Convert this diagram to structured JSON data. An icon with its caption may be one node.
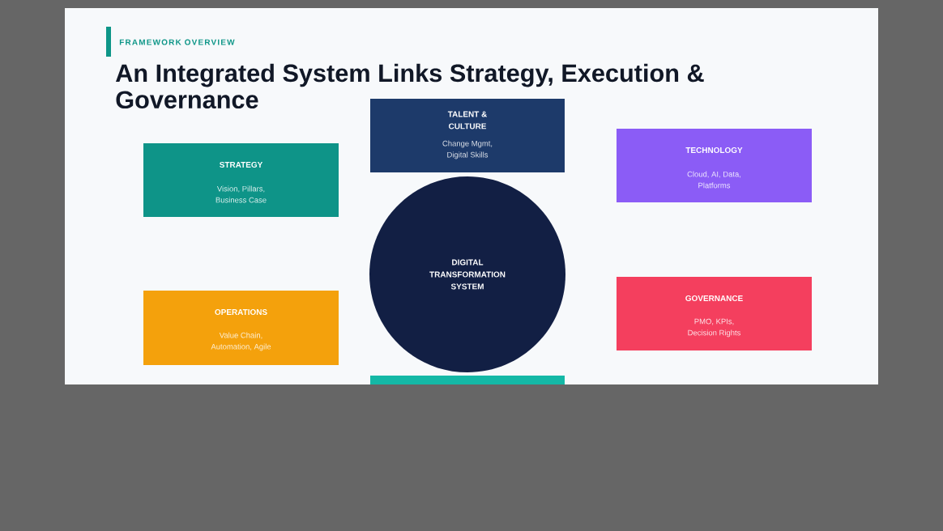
{
  "diagram": {
    "title": "An Integrated System Links Strategy, Execution & Governance",
    "nodes": [
      {
        "text": [
          "TALENT & CULTURE",
          "Change Mgmt, Digital Skills"
        ]
      },
      {
        "text": [
          "TECHNOLOGY",
          "Cloud, AI, Data, Platforms"
        ]
      },
      {
        "text": [
          "STRATEGY",
          "Vision, Pillars, Business Case"
        ]
      },
      {
        "text": [
          "DIGITAL TRANSFORMATION SYSTEM"
        ]
      },
      {
        "text": [
          "GOVERNANCE",
          "PMO, KPIs, Decision Rights"
        ]
      },
      {
        "text": [
          "OPERATIONS",
          "Value Chain, Automation, Agile"
        ]
      },
      {
        "text": [],
        "shape": "box"
      }
    ],
    "labels": [
      "FRAMEWORK OVERVIEW"
    ]
  }
}
